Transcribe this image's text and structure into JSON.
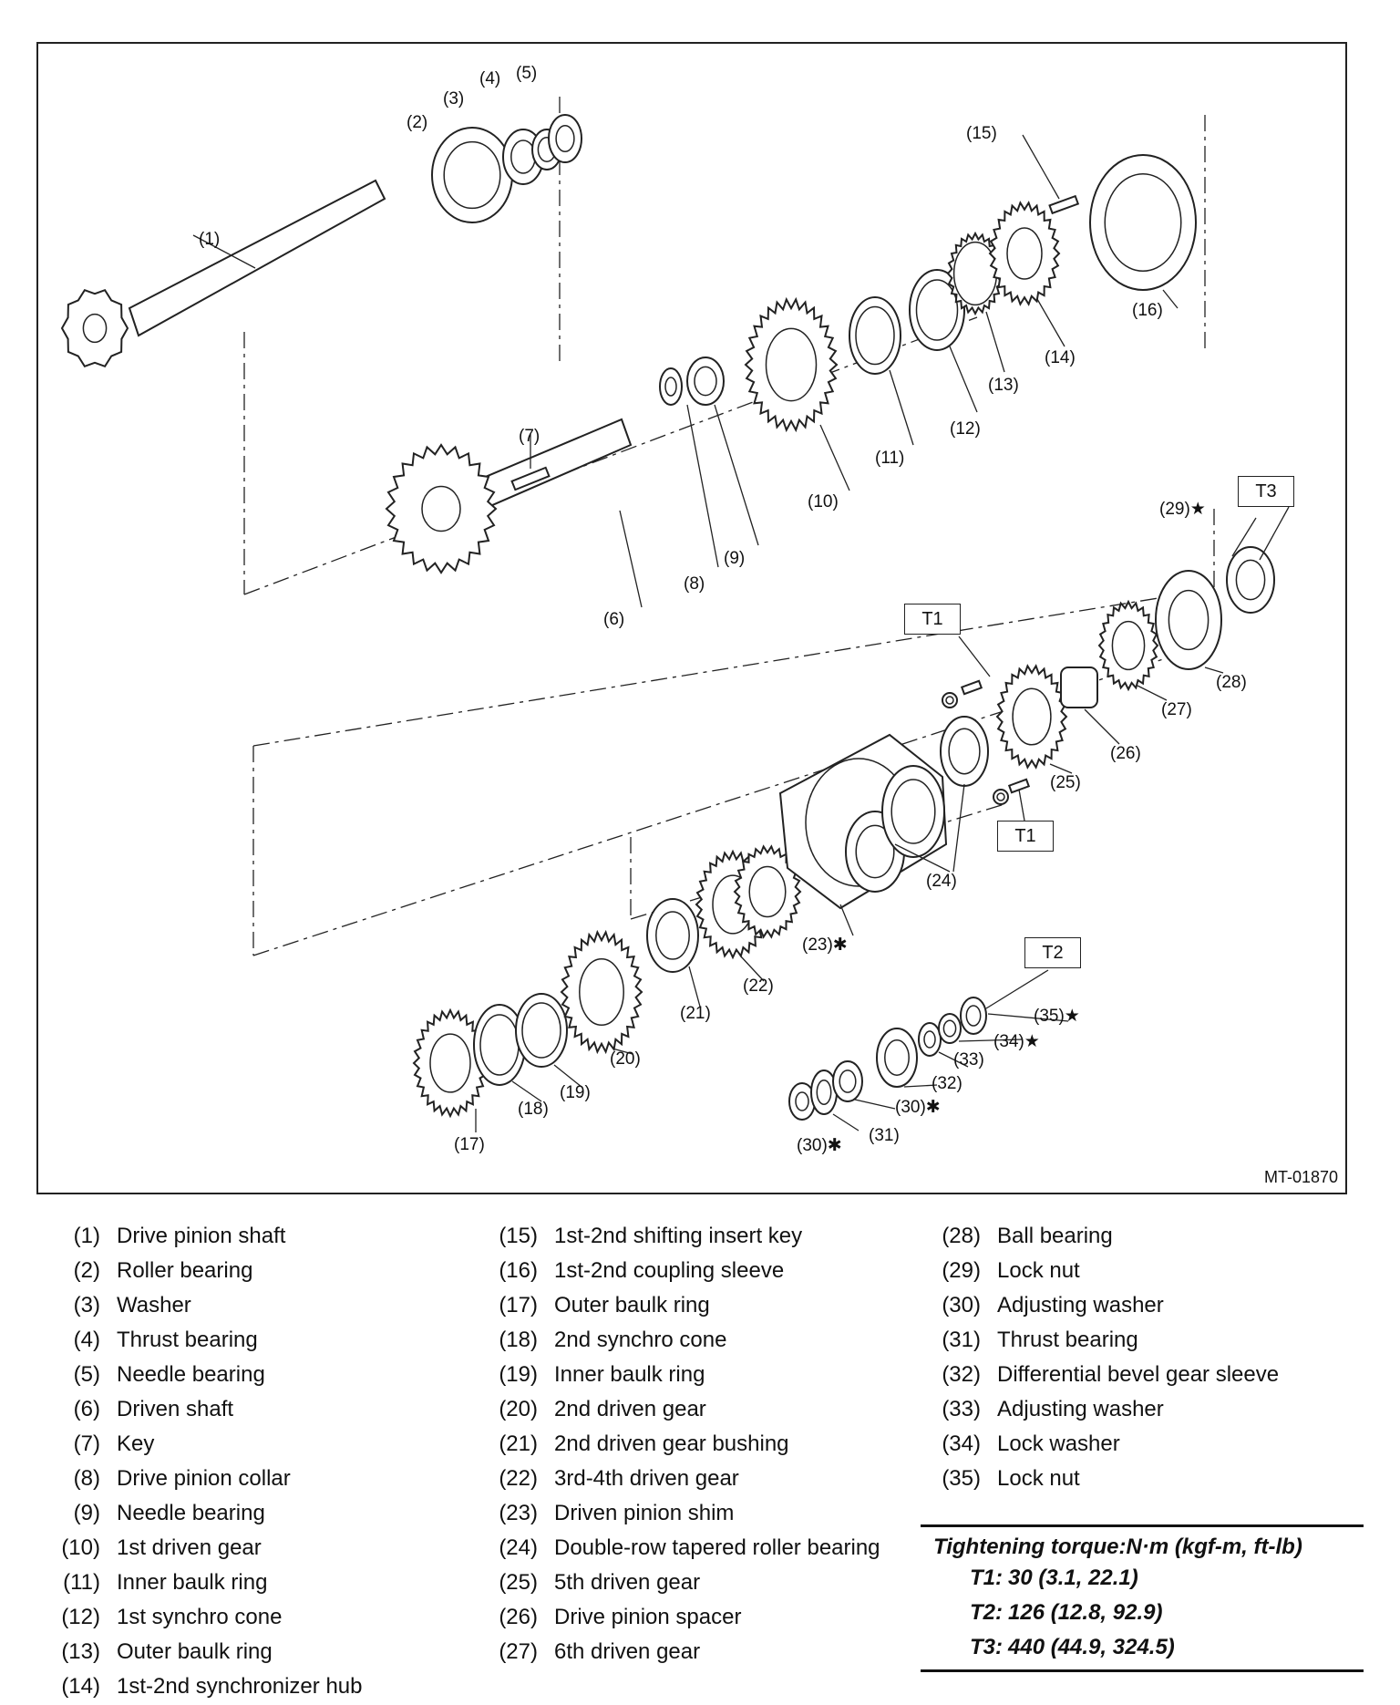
{
  "figure_id": "MT-01870",
  "callouts": [
    {
      "id": "c1",
      "text": "(1)"
    },
    {
      "id": "c2",
      "text": "(2)"
    },
    {
      "id": "c3",
      "text": "(3)"
    },
    {
      "id": "c4",
      "text": "(4)"
    },
    {
      "id": "c5",
      "text": "(5)"
    },
    {
      "id": "c6",
      "text": "(6)"
    },
    {
      "id": "c7",
      "text": "(7)"
    },
    {
      "id": "c8",
      "text": "(8)"
    },
    {
      "id": "c9",
      "text": "(9)"
    },
    {
      "id": "c10",
      "text": "(10)"
    },
    {
      "id": "c11",
      "text": "(11)"
    },
    {
      "id": "c12",
      "text": "(12)"
    },
    {
      "id": "c13",
      "text": "(13)"
    },
    {
      "id": "c14",
      "text": "(14)"
    },
    {
      "id": "c15",
      "text": "(15)"
    },
    {
      "id": "c16",
      "text": "(16)"
    },
    {
      "id": "c17",
      "text": "(17)"
    },
    {
      "id": "c18",
      "text": "(18)"
    },
    {
      "id": "c19",
      "text": "(19)"
    },
    {
      "id": "c20",
      "text": "(20)"
    },
    {
      "id": "c21",
      "text": "(21)"
    },
    {
      "id": "c22",
      "text": "(22)"
    },
    {
      "id": "c23",
      "text": "(23)✱"
    },
    {
      "id": "c24",
      "text": "(24)"
    },
    {
      "id": "c25",
      "text": "(25)"
    },
    {
      "id": "c26",
      "text": "(26)"
    },
    {
      "id": "c27",
      "text": "(27)"
    },
    {
      "id": "c28",
      "text": "(28)"
    },
    {
      "id": "c29",
      "text": "(29)★"
    },
    {
      "id": "c30a",
      "text": "(30)✱"
    },
    {
      "id": "c30b",
      "text": "(30)✱"
    },
    {
      "id": "c31",
      "text": "(31)"
    },
    {
      "id": "c32",
      "text": "(32)"
    },
    {
      "id": "c33",
      "text": "(33)"
    },
    {
      "id": "c34",
      "text": "(34)★"
    },
    {
      "id": "c35",
      "text": "(35)★"
    }
  ],
  "torque_boxes": {
    "t1a": "T1",
    "t1b": "T1",
    "t2": "T2",
    "t3": "T3"
  },
  "legend": {
    "col1": [
      {
        "num": "(1)",
        "label": "Drive pinion shaft"
      },
      {
        "num": "(2)",
        "label": "Roller bearing"
      },
      {
        "num": "(3)",
        "label": "Washer"
      },
      {
        "num": "(4)",
        "label": "Thrust bearing"
      },
      {
        "num": "(5)",
        "label": "Needle bearing"
      },
      {
        "num": "(6)",
        "label": "Driven shaft"
      },
      {
        "num": "(7)",
        "label": "Key"
      },
      {
        "num": "(8)",
        "label": "Drive pinion collar"
      },
      {
        "num": "(9)",
        "label": "Needle bearing"
      },
      {
        "num": "(10)",
        "label": "1st driven gear"
      },
      {
        "num": "(11)",
        "label": "Inner baulk ring"
      },
      {
        "num": "(12)",
        "label": "1st synchro cone"
      },
      {
        "num": "(13)",
        "label": "Outer baulk ring"
      },
      {
        "num": "(14)",
        "label": "1st-2nd synchronizer hub"
      }
    ],
    "col2": [
      {
        "num": "(15)",
        "label": "1st-2nd shifting insert key"
      },
      {
        "num": "(16)",
        "label": "1st-2nd coupling sleeve"
      },
      {
        "num": "(17)",
        "label": "Outer baulk ring"
      },
      {
        "num": "(18)",
        "label": "2nd synchro cone"
      },
      {
        "num": "(19)",
        "label": "Inner baulk ring"
      },
      {
        "num": "(20)",
        "label": "2nd driven gear"
      },
      {
        "num": "(21)",
        "label": "2nd driven gear bushing"
      },
      {
        "num": "(22)",
        "label": "3rd-4th driven gear"
      },
      {
        "num": "(23)",
        "label": "Driven pinion shim"
      },
      {
        "num": "(24)",
        "label": "Double-row tapered roller bearing"
      },
      {
        "num": "(25)",
        "label": "5th driven gear"
      },
      {
        "num": "(26)",
        "label": "Drive pinion spacer"
      },
      {
        "num": "(27)",
        "label": "6th driven gear"
      }
    ],
    "col3": [
      {
        "num": "(28)",
        "label": "Ball bearing"
      },
      {
        "num": "(29)",
        "label": "Lock nut"
      },
      {
        "num": "(30)",
        "label": "Adjusting washer"
      },
      {
        "num": "(31)",
        "label": "Thrust bearing"
      },
      {
        "num": "(32)",
        "label": "Differential bevel gear sleeve"
      },
      {
        "num": "(33)",
        "label": "Adjusting washer"
      },
      {
        "num": "(34)",
        "label": "Lock washer"
      },
      {
        "num": "(35)",
        "label": "Lock nut"
      }
    ]
  },
  "torque_table": {
    "title": "Tightening torque:N·m (kgf-m, ft-lb)",
    "rows": [
      {
        "key": "T1:",
        "value": "30 (3.1, 22.1)"
      },
      {
        "key": "T2:",
        "value": "126 (12.8, 92.9)"
      },
      {
        "key": "T3:",
        "value": "440 (44.9, 324.5)"
      }
    ]
  }
}
